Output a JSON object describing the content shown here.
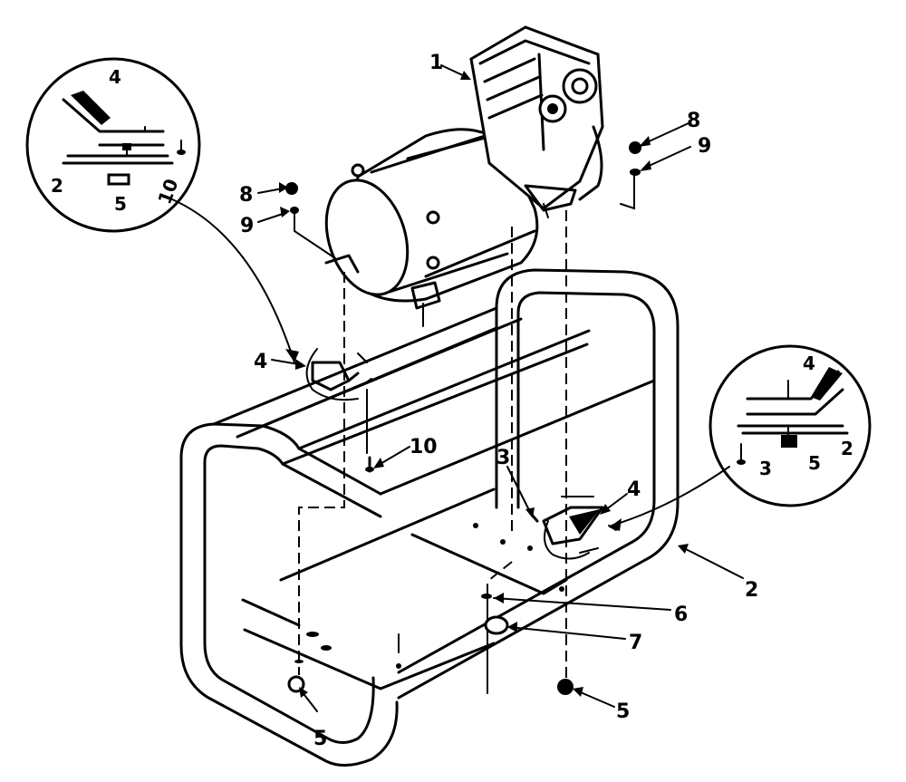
{
  "diagram": {
    "callouts": [
      {
        "id": "c1",
        "label": "1"
      },
      {
        "id": "c2",
        "label": "2"
      },
      {
        "id": "c3",
        "label": "3"
      },
      {
        "id": "c4",
        "label": "4"
      },
      {
        "id": "c5",
        "label": "5"
      },
      {
        "id": "c6",
        "label": "6"
      },
      {
        "id": "c7",
        "label": "7"
      },
      {
        "id": "c8",
        "label": "8"
      },
      {
        "id": "c9",
        "label": "9"
      },
      {
        "id": "c10",
        "label": "10"
      }
    ],
    "detail_left": {
      "labels": {
        "a": "4",
        "b": "2",
        "c": "10",
        "d": "5"
      }
    },
    "detail_right": {
      "labels": {
        "a": "4",
        "b": "3",
        "c": "5",
        "d": "2"
      }
    }
  }
}
